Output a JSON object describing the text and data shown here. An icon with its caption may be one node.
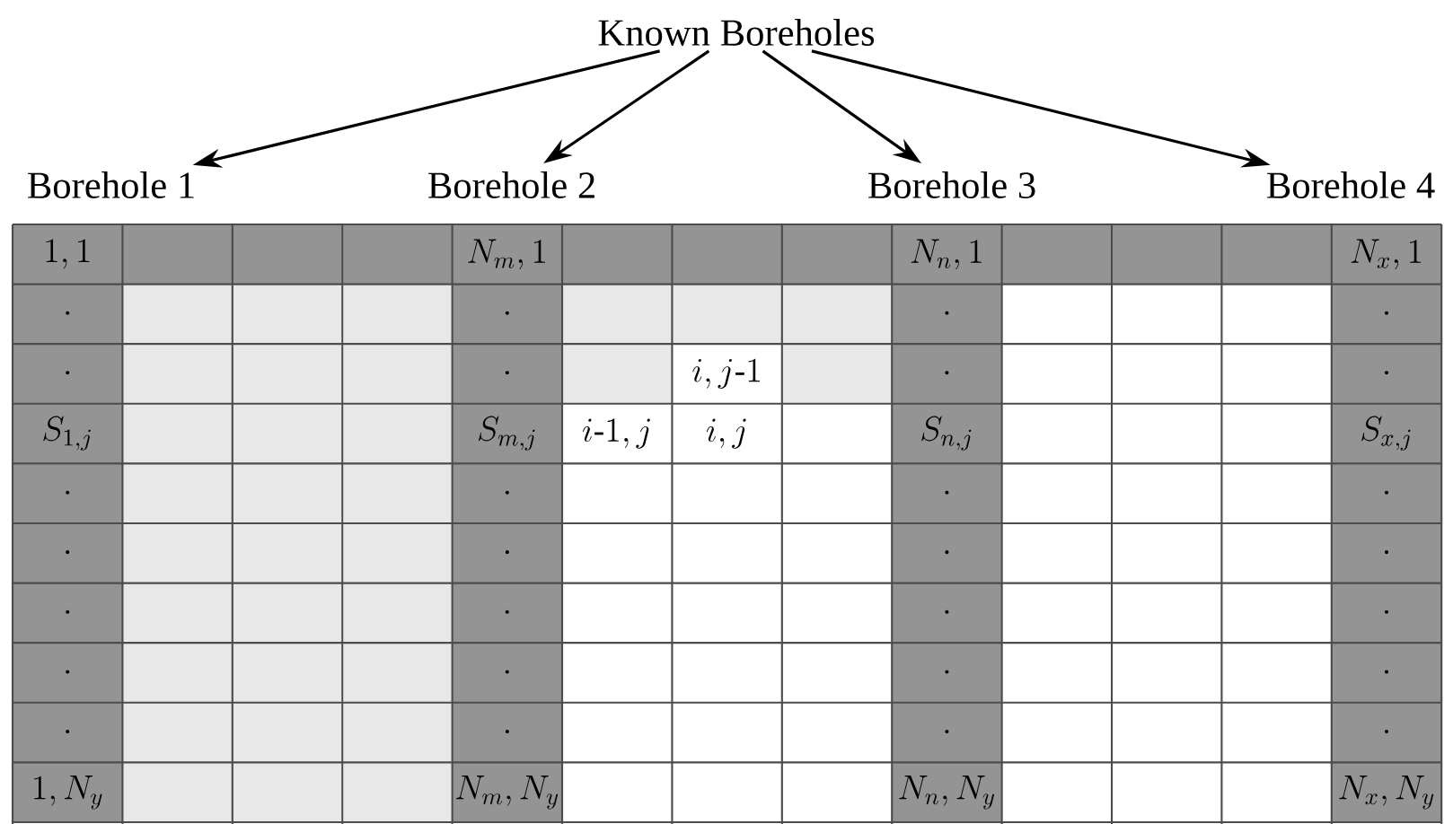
{
  "diagram": {
    "nodes": [
      {
        "text": [
          "Known Boreholes"
        ]
      },
      {
        "text": [
          "Borehole 1"
        ]
      },
      {
        "text": [
          "Borehole 2"
        ]
      },
      {
        "text": [
          "Borehole 3"
        ]
      },
      {
        "text": [
          "Borehole 4"
        ]
      }
    ],
    "edges": [
      {
        "from": 0,
        "to": 1,
        "arrow": "to"
      },
      {
        "from": 0,
        "to": 2,
        "arrow": "to"
      },
      {
        "from": 0,
        "to": 3,
        "arrow": "to"
      },
      {
        "from": 0,
        "to": 4,
        "arrow": "to"
      }
    ],
    "labels": [
      "1,1",
      "N_{m},1",
      "N_{n},1",
      "N_{x},1",
      "\\cdot",
      "\\cdot",
      "\\cdot",
      "\\cdot",
      "\\cdot",
      "\\cdot",
      "i,j\\text{-}1",
      "\\cdot",
      "\\cdot",
      "S_{1,j}",
      "S_{m,j}",
      "i\\text{-}1,j",
      "i,j",
      "S_{n,j}",
      "S_{x,j}",
      "\\cdot",
      "\\cdot",
      "\\cdot",
      "\\cdot",
      "\\cdot",
      "\\cdot",
      "\\cdot",
      "\\cdot",
      "\\cdot",
      "\\cdot",
      "\\cdot",
      "\\cdot",
      "\\cdot",
      "\\cdot",
      "\\cdot",
      "\\cdot",
      "\\cdot",
      "\\cdot",
      "\\cdot",
      "\\cdot",
      "1,N_{y}",
      "N_{m},N_{y}",
      "N_{n},N_{y}",
      "N_{x},N_{y}"
    ]
  }
}
